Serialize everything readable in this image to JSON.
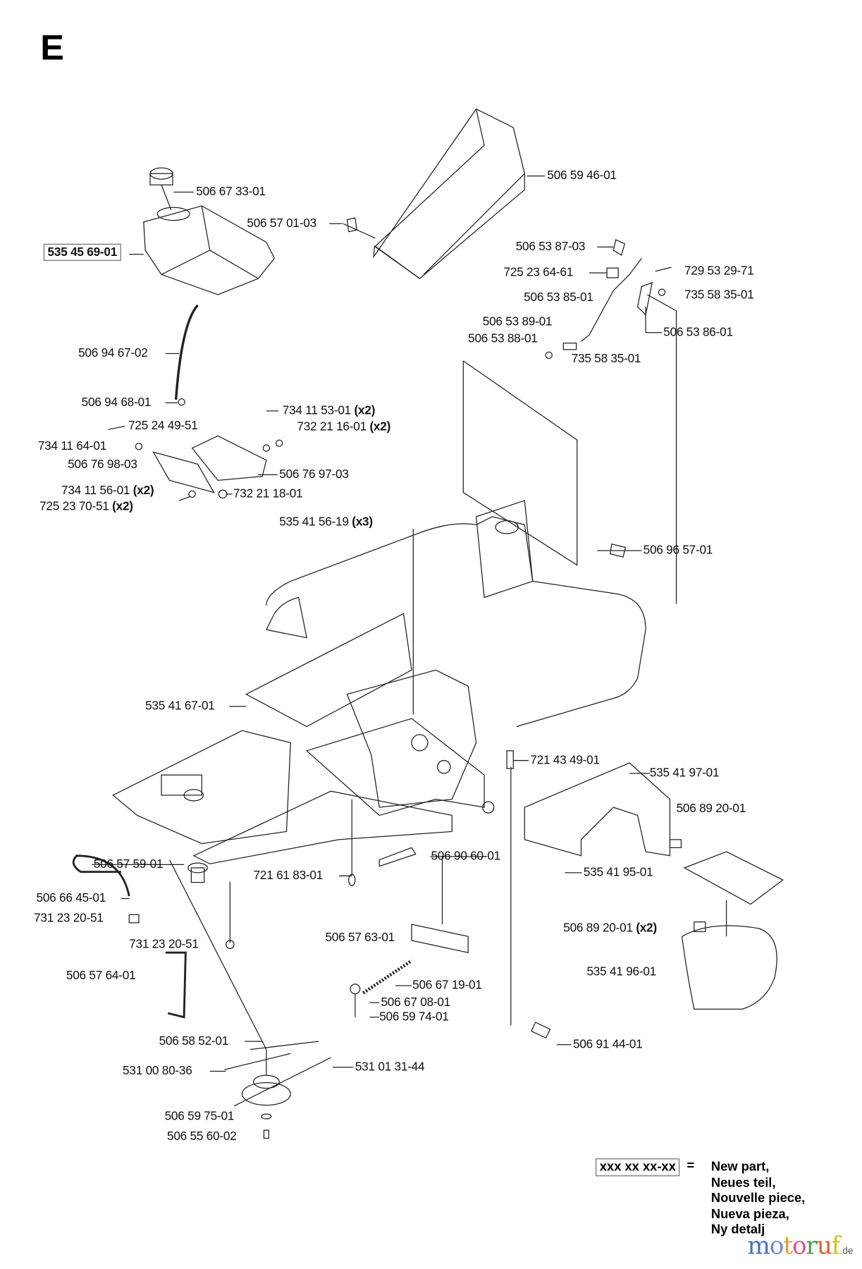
{
  "section_letter": "E",
  "highlighted_part": "535 45 69-01",
  "labels": [
    "506 59 46-01",
    "506 67 33-01",
    "506 57 01-03",
    "506 53 87-03",
    "725 23 64-61",
    "729 53 29-71",
    "506 53 85-01",
    "735 58 35-01",
    "506 53 89-01",
    "506 53 88-01",
    "506 53 86-01",
    "735 58 35-01",
    "506 94 67-02",
    "506 94 68-01",
    "734 11 53-01",
    "725 24 49-51",
    "732 21 16-01",
    "734 11 64-01",
    "506 76 98-03",
    "506 76 97-03",
    "734 11 56-01",
    "732 21 18-01",
    "725 23 70-51",
    "535 41 56-19",
    "506 96 57-01",
    "535 41 67-01",
    "721 43 49-01",
    "535 41 97-01",
    "506 89 20-01",
    "506 90 60-01",
    "506 57 59-01",
    "721 61 83-01",
    "535 41 95-01",
    "506 66 45-01",
    "731 23 20-51",
    "506 89 20-01",
    "731 23 20-51",
    "506 57 63-01",
    "535 41 96-01",
    "506 57 64-01",
    "506 67 19-01",
    "506 67 08-01",
    "506 59 74-01",
    "506 91 44-01",
    "506 58 52-01",
    "531 00 80-36",
    "531 01 31-44",
    "506 59 75-01",
    "506 55 60-02"
  ],
  "qty": {
    "x2": "(x2)",
    "x3": "(x3)"
  },
  "legend": {
    "sample": "xxx xx xx-xx",
    "equals": "=",
    "lines": [
      "New part,",
      "Neues teil,",
      "Nouvelle piece,",
      "Nueva pieza,",
      "Ny detalj"
    ]
  },
  "watermark": {
    "text": "motoruf",
    "suffix": ".de",
    "colors": [
      "#4a6fb5",
      "#6b8fd0",
      "#e0a030",
      "#e05090",
      "#40a040",
      "#e06030",
      "#d0c020"
    ]
  }
}
